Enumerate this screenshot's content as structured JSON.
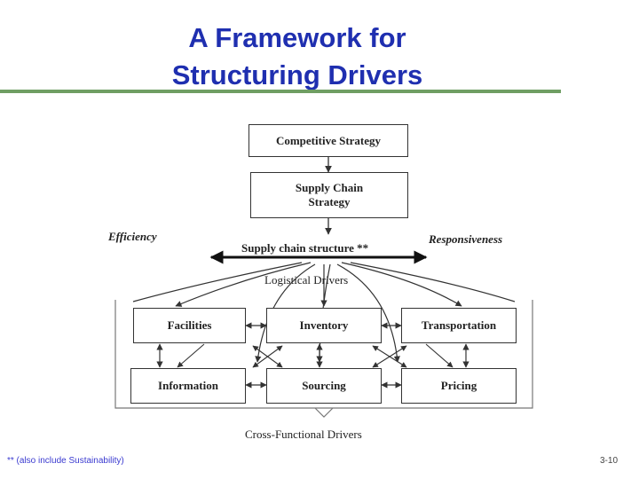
{
  "slide": {
    "title_line1": "A Framework for",
    "title_line2": "Structuring Drivers",
    "footnote": "** (also include Sustainability)",
    "page_number": "3-10"
  },
  "diagram": {
    "competitive_strategy": "Competitive Strategy",
    "supply_chain_strategy_line1": "Supply Chain",
    "supply_chain_strategy_line2": "Strategy",
    "efficiency": "Efficiency",
    "responsiveness": "Responsiveness",
    "supply_chain_structure": "Supply chain structure **",
    "logistical_drivers": "Logistical Drivers",
    "facilities": "Facilities",
    "inventory": "Inventory",
    "transportation": "Transportation",
    "information": "Information",
    "sourcing": "Sourcing",
    "pricing": "Pricing",
    "cross_functional_drivers": "Cross-Functional Drivers"
  },
  "colors": {
    "title": "#1f2fb0",
    "rule": "#6f9e63",
    "footnote": "#3a3ad0"
  }
}
